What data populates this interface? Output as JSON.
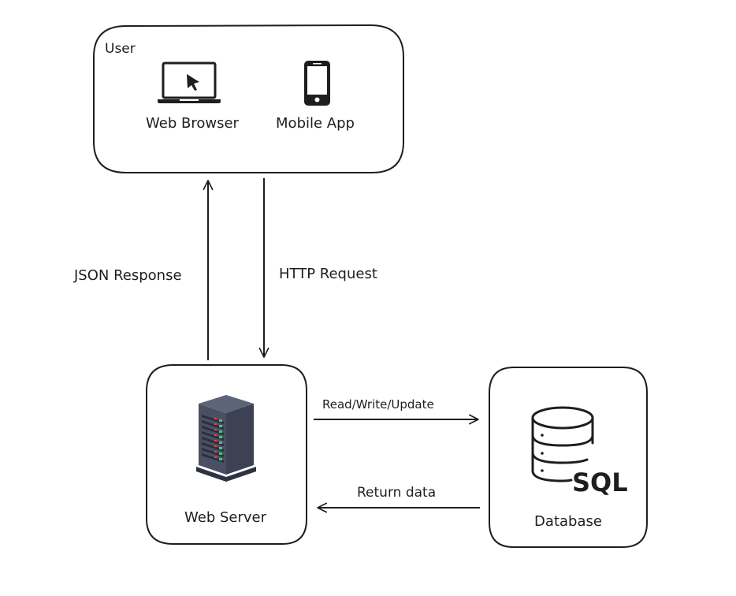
{
  "nodes": {
    "user": {
      "label": "User",
      "web_browser_label": "Web Browser",
      "mobile_app_label": "Mobile App"
    },
    "web_server": {
      "label": "Web Server"
    },
    "database": {
      "label": "Database",
      "badge": "SQL"
    }
  },
  "edges": {
    "json_response": "JSON Response",
    "http_request": "HTTP Request",
    "read_write_update": "Read/Write/Update",
    "return_data": "Return data"
  },
  "colors": {
    "stroke": "#1e1e1e",
    "background": "#ffffff",
    "server_body": "#4a4f63",
    "server_top": "#5d6479",
    "server_slot": "#2b2f3d",
    "server_led_green": "#33d16a",
    "server_led_red": "#e04848"
  }
}
